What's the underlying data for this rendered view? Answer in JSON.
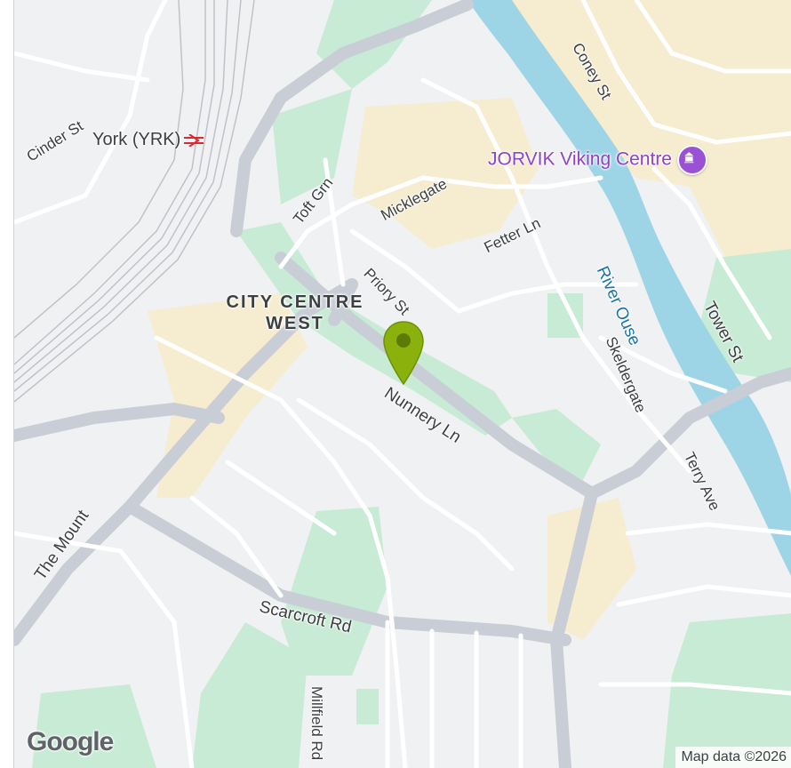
{
  "map": {
    "streets": {
      "cinder_st": "Cinder St",
      "toft_grn": "Toft Grn",
      "micklegate": "Micklegate",
      "fetter_ln": "Fetter Ln",
      "priory_st": "Priory St",
      "nunnery_ln": "Nunnery Ln",
      "skeldergate": "Skeldergate",
      "terry_ave": "Terry Ave",
      "tower_st": "Tower St",
      "coney_st": "Coney St",
      "the_mount": "The Mount",
      "scarcroft_rd": "Scarcroft Rd",
      "millfield_rd": "Millfield Rd"
    },
    "water": {
      "river_ouse": "River Ouse"
    },
    "district": "CITY CENTRE WEST",
    "station": "York (YRK)",
    "poi": {
      "jorvik": "JORVIK Viking Centre"
    },
    "colors": {
      "background": "#f0f1f3",
      "road": "#ffffff",
      "major_road": "#c9ced6",
      "park": "#c7ebd4",
      "water": "#9ed5e6",
      "urban": "#f6ecd0",
      "pin": "#8bb10c",
      "poi": "#9b51d6"
    }
  },
  "branding": {
    "logo": "Google",
    "attribution": "Map data ©2026"
  }
}
